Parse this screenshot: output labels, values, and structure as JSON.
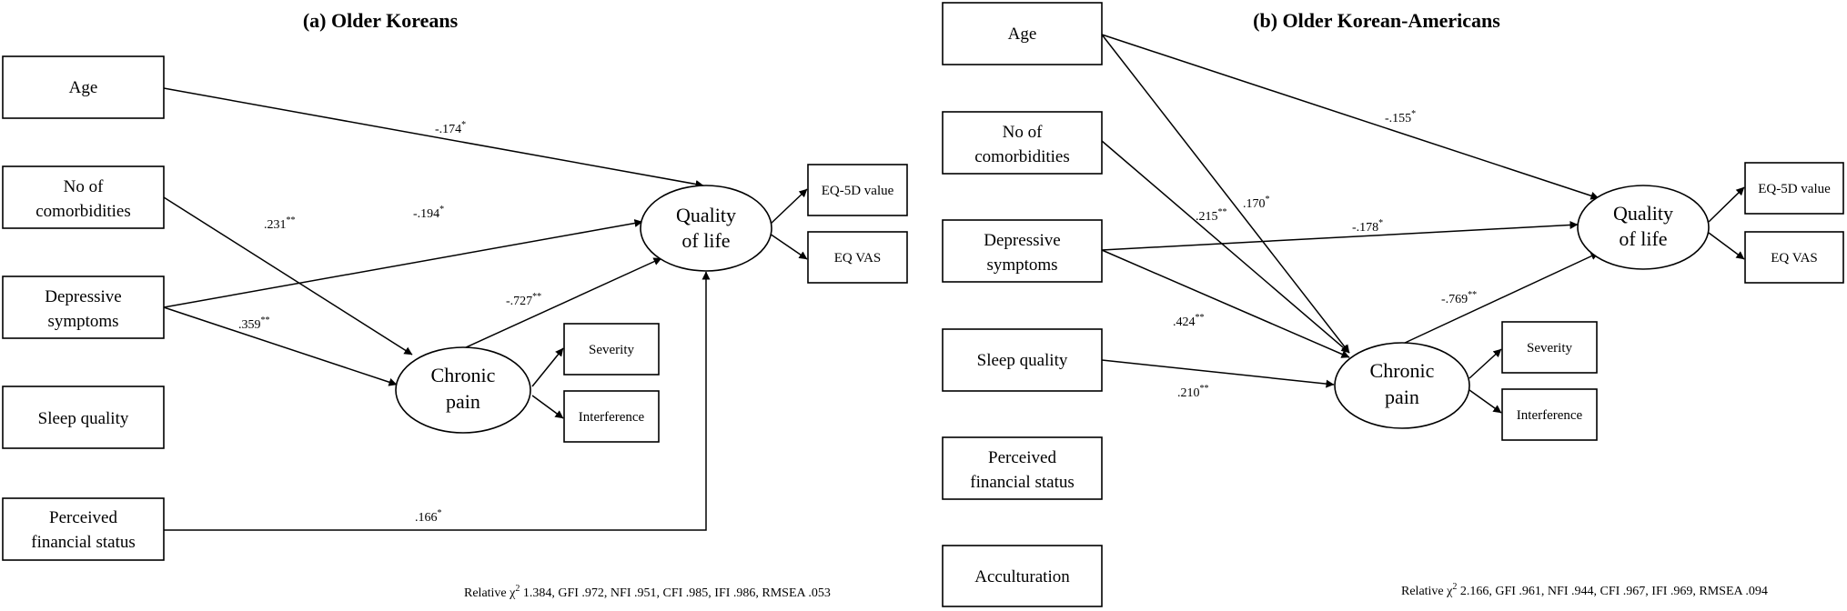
{
  "panel_a": {
    "title": "(a) Older Koreans",
    "boxes": {
      "age": "Age",
      "comorb": [
        "No of",
        "comorbidities"
      ],
      "depress": [
        "Depressive",
        "symptoms"
      ],
      "sleep": "Sleep quality",
      "financial": [
        "Perceived",
        "financial status"
      ],
      "eq5d": "EQ-5D value",
      "eqvas": "EQ VAS",
      "severity": "Severity",
      "interference": "Interference"
    },
    "qol": [
      "Quality",
      "of life"
    ],
    "pain": [
      "Chronic",
      "pain"
    ],
    "coefs": {
      "age_qol": "-.174",
      "age_qol_sig": "*",
      "comorb_pain": ".231",
      "comorb_pain_sig": "**",
      "depress_qol": "-.194",
      "depress_qol_sig": "*",
      "depress_pain": ".359",
      "depress_pain_sig": "**",
      "pain_qol": "-.727",
      "pain_qol_sig": "**",
      "financial_qol": ".166",
      "financial_qol_sig": "*"
    },
    "fit": {
      "pre": "Relative χ",
      "sup": "2",
      "post": " 1.384, GFI .972, NFI .951, CFI .985, IFI .986, RMSEA .053"
    }
  },
  "panel_b": {
    "title": "(b) Older Korean-Americans",
    "boxes": {
      "age": "Age",
      "comorb": [
        "No of",
        "comorbidities"
      ],
      "depress": [
        "Depressive",
        "symptoms"
      ],
      "sleep": "Sleep quality",
      "financial": [
        "Perceived",
        "financial status"
      ],
      "accult": "Acculturation",
      "eq5d": "EQ-5D value",
      "eqvas": "EQ VAS",
      "severity": "Severity",
      "interference": "Interference"
    },
    "qol": [
      "Quality",
      "of life"
    ],
    "pain": [
      "Chronic",
      "pain"
    ],
    "coefs": {
      "age_qol": "-.155",
      "age_qol_sig": "*",
      "age_pain": ".170",
      "age_pain_sig": "*",
      "comorb_pain": ".215",
      "comorb_pain_sig": "**",
      "depress_qol": "-.178",
      "depress_qol_sig": "*",
      "depress_pain": ".424",
      "depress_pain_sig": "**",
      "pain_qol": "-.769",
      "pain_qol_sig": "**",
      "sleep_pain": ".210",
      "sleep_pain_sig": "**"
    },
    "fit": {
      "pre": "Relative χ",
      "sup": "2",
      "post": " 2.166, GFI .961, NFI .944, CFI .967, IFI .969, RMSEA .094"
    }
  }
}
